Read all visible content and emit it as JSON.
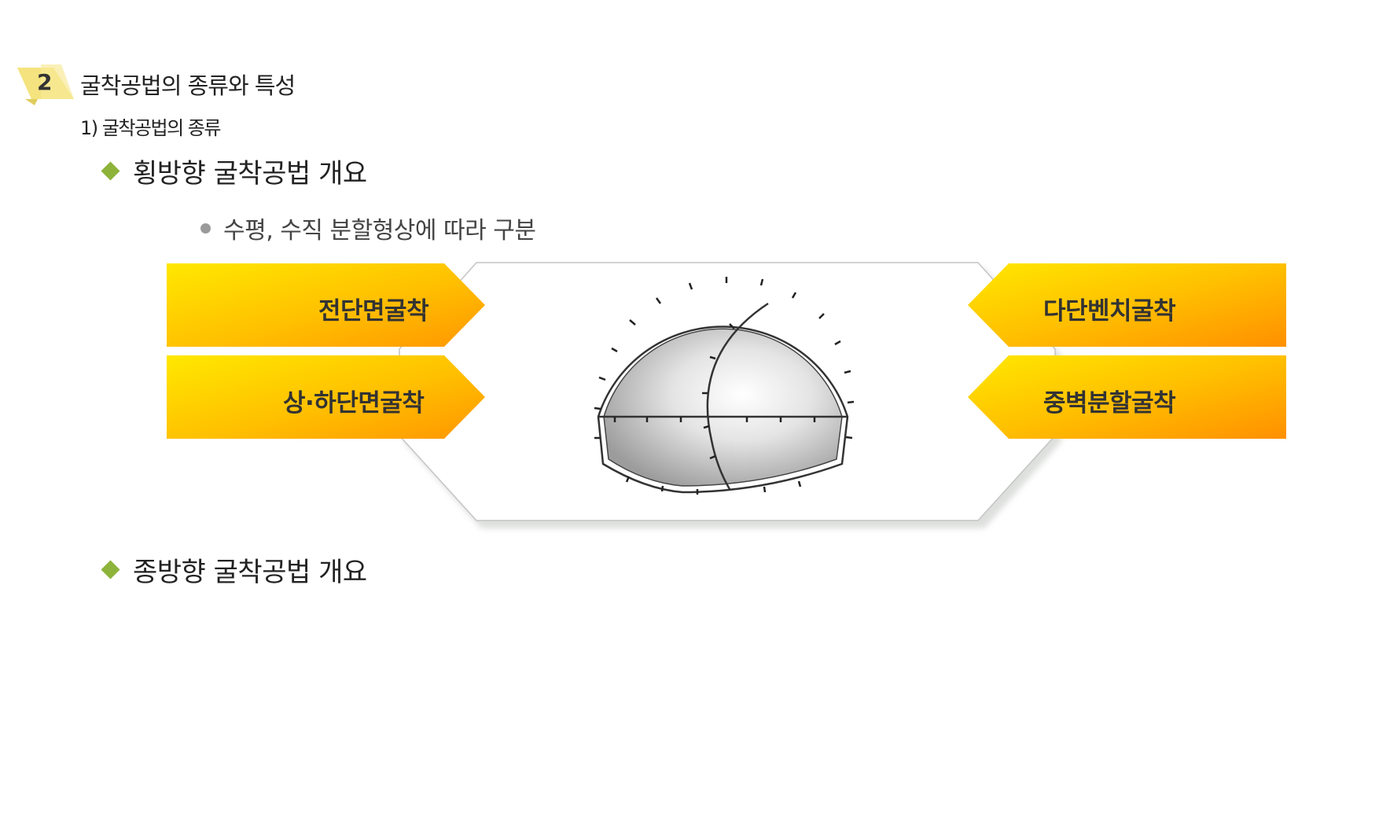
{
  "section": {
    "number": "2",
    "title": "굴착공법의 종류와 특성"
  },
  "subsection": {
    "title": "1) 굴착공법의 종류"
  },
  "lateral": {
    "heading": "횡방향 굴착공법 개요",
    "bullet": "수평, 수직 분할형상에 따라 구분",
    "methods_left": [
      "전단면굴착",
      "상·하단면굴착"
    ],
    "methods_right": [
      "다단벤치굴착",
      "중벽분할굴착"
    ]
  },
  "longitudinal": {
    "heading": "종방향 굴착공법 개요"
  },
  "colors": {
    "accent_green": "#8db33a",
    "badge_yellow": "#f2e07a",
    "arrow_yellow": "#ffe600",
    "arrow_orange": "#ff9a00"
  }
}
